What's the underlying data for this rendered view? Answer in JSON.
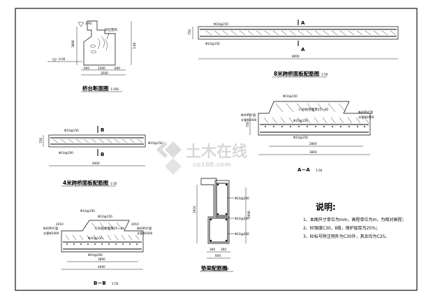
{
  "abutment": {
    "title": "桥台断面图",
    "scale": "1:100",
    "water_level": "3.95",
    "material_note": "砂石垫料",
    "bottom_elev": "0.00",
    "base_elev": "3.80",
    "height_label": "3800",
    "dims": [
      "600",
      "2300",
      "600"
    ],
    "total": "3500"
  },
  "slab8": {
    "title": "8米跨桥面板配筋图",
    "scale": "1:50",
    "section_mark": "A",
    "rebar_top": "Φ10@150",
    "rebar_bottom": "Φ10@150",
    "thickness": "750",
    "length": "8000"
  },
  "section_aa": {
    "title": "A－A",
    "scale": "1:50",
    "rebar_top": "Φ10@150",
    "label_concrete": "C30砼桥面厚25~40",
    "label_pipe_left": "Φ40PVC管",
    "label_pipe_left2": "水管Φ2000",
    "label_pipe_right": "Φ40PVC管",
    "label_pipe_right2": "水管Φ2000",
    "rebar_mid": "Φ10@150",
    "rebar_bottom": "Φ10@150",
    "dim_inner": "2800",
    "dim_total": "3800",
    "height": "750"
  },
  "slab4": {
    "title": "4米跨桥面板配筋图",
    "scale": "1:50",
    "section_mark": "B",
    "rebar_top": "Φ10@150",
    "rebar_right": "Φ10@150",
    "rebar_bottom": "Φ10@200",
    "thickness": "750",
    "length": "4000"
  },
  "section_bb": {
    "title": "B－B",
    "scale": "1:50",
    "rebar_top1": "Φ10@150",
    "rebar_top2": "Φ10@150",
    "label_concrete": "C30砼桥面厚25~40",
    "label_pipe_left": "Φ40PVC管",
    "label_pipe_left2": "水管Φ2000",
    "label_pipe_right": "Φ40PVC管",
    "label_pipe_right2": "水管Φ2000",
    "gap_left": "2010",
    "gap_right": "2010",
    "rebar_mid": "Φ10@150",
    "rebar_bottom": "Φ10@200",
    "dim_inner": "3800",
    "dim_total": "4000"
  },
  "beam": {
    "title": "垫梁配筋图",
    "scale": "1:50",
    "rebar_top": "Φ10@200",
    "rebar_mid": "Φ10@200",
    "rebar_bottom": "Φ10@200",
    "left_dim": "1910",
    "right_dim": "1600",
    "base_dims": [
      "300",
      "300"
    ],
    "base_total": "600"
  },
  "notes": {
    "heading": "说明:",
    "items": [
      "1、本图尺寸单位为mm，高程单位为m，为相对高程；",
      "2、砼强度C30，Ⅱ级，保护层厚为25%；",
      "3、砼标号除注明外为C30外，其余均为C25。"
    ]
  },
  "watermark": {
    "brand": "土木在线",
    "url": "co188.com"
  }
}
